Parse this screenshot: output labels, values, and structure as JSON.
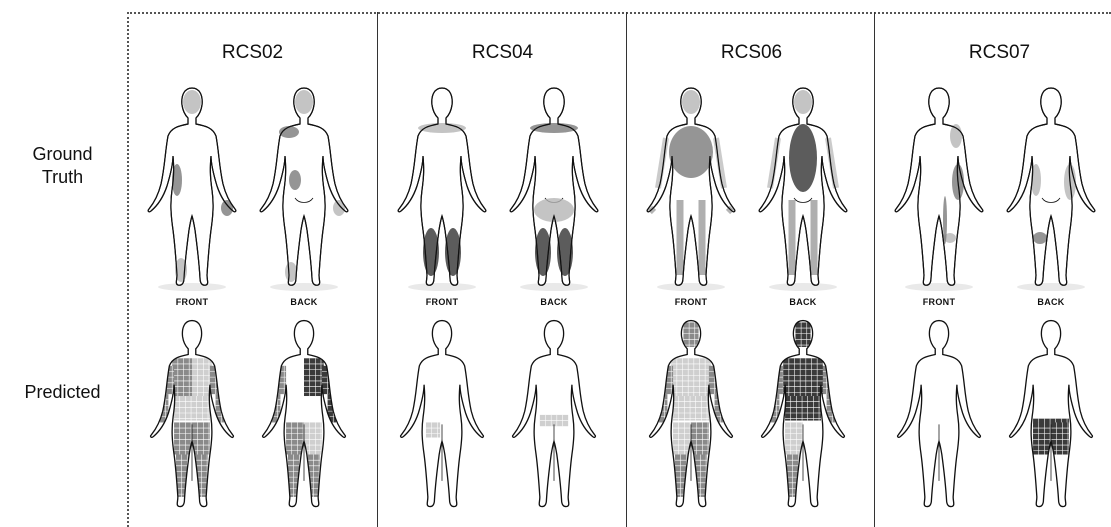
{
  "row_labels": {
    "ground_truth": [
      "Ground",
      "Truth"
    ],
    "predicted": "Predicted"
  },
  "view_labels": {
    "front": "FRONT",
    "back": "BACK"
  },
  "panels": [
    {
      "id": "RCS02",
      "title": "RCS02",
      "gt": {
        "front": [
          "head",
          "right-thigh",
          "right-lower-leg",
          "left-hand"
        ],
        "back": [
          "head",
          "left-shoulder",
          "left-hand",
          "lower-back",
          "right-calf"
        ]
      },
      "pred": {
        "front": {
          "medium": [
            "torso-left",
            "left-upper-arm",
            "left-forearm",
            "right-upper-arm",
            "right-forearm",
            "right-thigh",
            "left-thigh",
            "right-lower-leg",
            "left-lower-leg"
          ],
          "light": [
            "torso-right",
            "abdomen"
          ]
        },
        "back": {
          "dark": [
            "torso-right",
            "left-upper-arm",
            "left-forearm"
          ],
          "medium": [
            "right-upper-arm",
            "right-forearm",
            "right-thigh",
            "right-lower-leg",
            "left-lower-leg"
          ],
          "light": [
            "left-thigh"
          ]
        }
      }
    },
    {
      "id": "RCS04",
      "title": "RCS04",
      "gt": {
        "front": [
          "right-lower-leg-dark",
          "left-lower-leg-dark",
          "shoulders"
        ],
        "back": [
          "buttocks-outline",
          "right-calf-dark",
          "left-calf-dark",
          "shoulders"
        ]
      },
      "pred": {
        "front": {
          "light": [
            "right-thigh-small"
          ]
        },
        "back": {
          "light": [
            "pelvis-small"
          ]
        }
      }
    },
    {
      "id": "RCS06",
      "title": "RCS06",
      "gt": {
        "front": [
          "head",
          "torso",
          "arms",
          "legs",
          "hands"
        ],
        "back": [
          "head",
          "torso-dark",
          "arms",
          "legs"
        ]
      },
      "pred": {
        "front": {
          "medium": [
            "head",
            "left-upper-arm",
            "left-forearm",
            "right-upper-arm",
            "right-forearm",
            "right-lower-leg",
            "left-lower-leg",
            "left-thigh"
          ],
          "light": [
            "torso",
            "abdomen",
            "right-thigh"
          ]
        },
        "back": {
          "dark": [
            "head",
            "torso",
            "abdomen"
          ],
          "medium": [
            "left-upper-arm",
            "left-forearm",
            "right-upper-arm",
            "right-forearm",
            "right-lower-leg"
          ],
          "light": [
            "right-thigh"
          ]
        }
      }
    },
    {
      "id": "RCS07",
      "title": "RCS07",
      "gt": {
        "front": [
          "right-shoulder",
          "left-hip",
          "left-knee",
          "left-thigh-line"
        ],
        "back": [
          "left-hip",
          "right-knee",
          "right-thigh"
        ]
      },
      "pred": {
        "front": {},
        "back": {
          "dark": [
            "buttocks",
            "right-thigh",
            "left-thigh"
          ]
        }
      }
    }
  ],
  "colors": {
    "dark": "#3a3a3a",
    "medium": "#8a8a8a",
    "light": "#cfcfcf",
    "stroke": "#111111",
    "gt_dark": "#333333",
    "gt_medium": "#7a7a7a",
    "gt_light": "#b5b5b5"
  }
}
